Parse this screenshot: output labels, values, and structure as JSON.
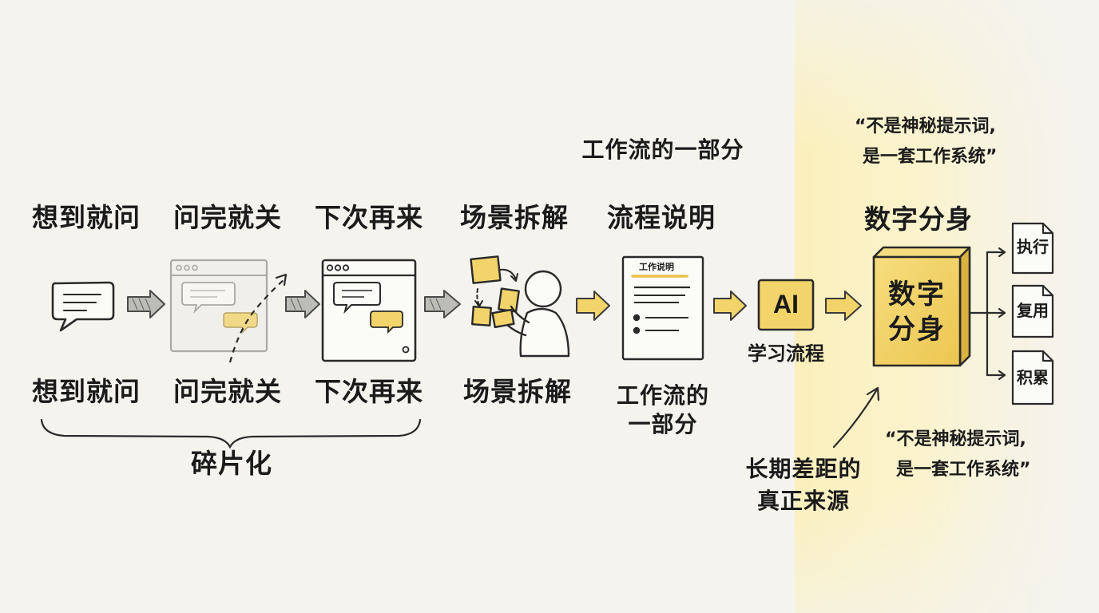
{
  "stages_top": [
    "想到就问",
    "问完就关",
    "下次再来",
    "场景拆解",
    "流程说明"
  ],
  "stages_bottom": [
    "想到就问",
    "问完就关",
    "下次再来",
    "场景拆解"
  ],
  "workflow_top_label": "工作流的一部分",
  "workflow_bottom_line1": "工作流的",
  "workflow_bottom_line2": "一部分",
  "fragmentation_label": "碎片化",
  "doc_title": "工作说明",
  "ai_box_text": "AI",
  "ai_caption": "学习流程",
  "twin_title": "数字分身",
  "twin_box_line1": "数字",
  "twin_box_line2": "分身",
  "outputs": [
    "执行",
    "复用",
    "积累"
  ],
  "quote_top_line1": "“不是神秘提示词,",
  "quote_top_line2": "是一套工作系统”",
  "quote_bottom_line1": "“不是神秘提示词,",
  "quote_bottom_line2": "是一套工作系统”",
  "gap_source_line1": "长期差距的",
  "gap_source_line2": "真正来源",
  "colors": {
    "accent_yellow": "#f2d46b",
    "deep_yellow": "#e9c14a",
    "ink": "#2a2a2a",
    "faded": "#a9a9a6",
    "background": "#f4f3ee"
  }
}
